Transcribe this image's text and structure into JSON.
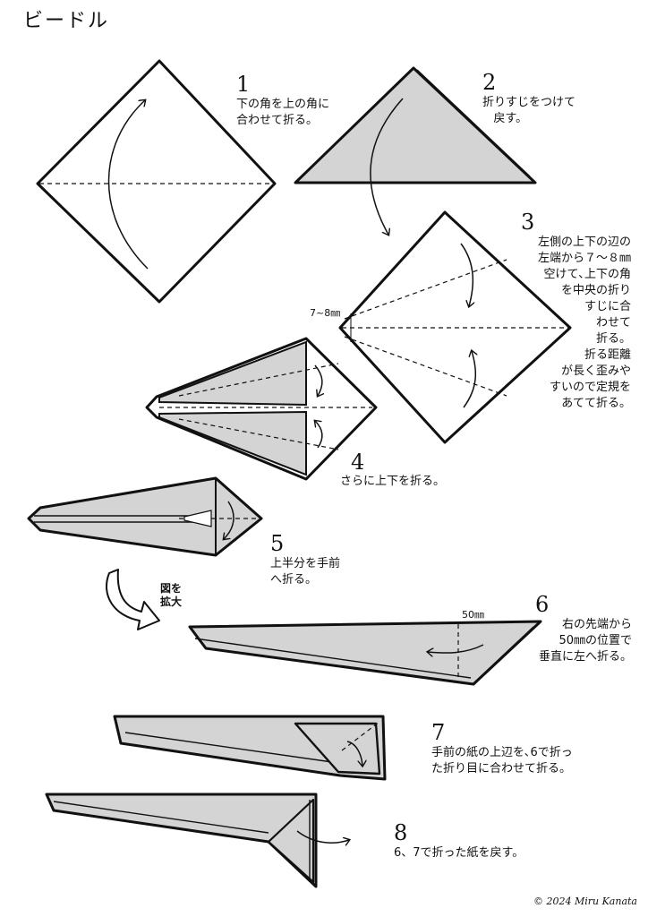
{
  "title": "ビードル",
  "copyright": "© 2024 Miru Kanata",
  "zoom_label": "図を\n拡大",
  "steps": [
    {
      "number": "1",
      "text": "下の角を上の角に\n合わせて折る。"
    },
    {
      "number": "2",
      "text": "折りすじをつけて\n   戻す。"
    },
    {
      "number": "3",
      "text": "左側の上下の辺の\n左端から７～８㎜\n空けて､上下の角\nを中央の折り\nすじに合\nわせて\n折る。\n折る距離\nが長く歪みや\nすいので定規を\nあてて折る。"
    },
    {
      "number": "4",
      "text": "さらに上下を折る。"
    },
    {
      "number": "5",
      "text": "上半分を手前\nへ折る。"
    },
    {
      "number": "6",
      "text": "右の先端から\n50㎜の位置で\n垂直に左へ折る。"
    },
    {
      "number": "7",
      "text": "手前の紙の上辺を､6で折っ\nた折り目に合わせて折る。"
    },
    {
      "number": "8",
      "text": "6、7で折った紙を戻す。"
    }
  ],
  "measurements": {
    "step3_gap": "7~8㎜",
    "step6_length": "50㎜"
  },
  "colors": {
    "paper_gray": "#d4d4d4",
    "line": "#111111"
  }
}
